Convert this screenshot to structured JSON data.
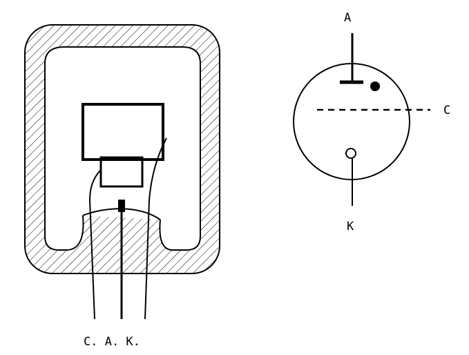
{
  "left_figure": {
    "bottom_label": "C. A. K."
  },
  "right_figure": {
    "label_a": "A",
    "label_c": "C",
    "label_k": "K"
  },
  "colors": {
    "ink": "#000000",
    "background": "#ffffff"
  }
}
